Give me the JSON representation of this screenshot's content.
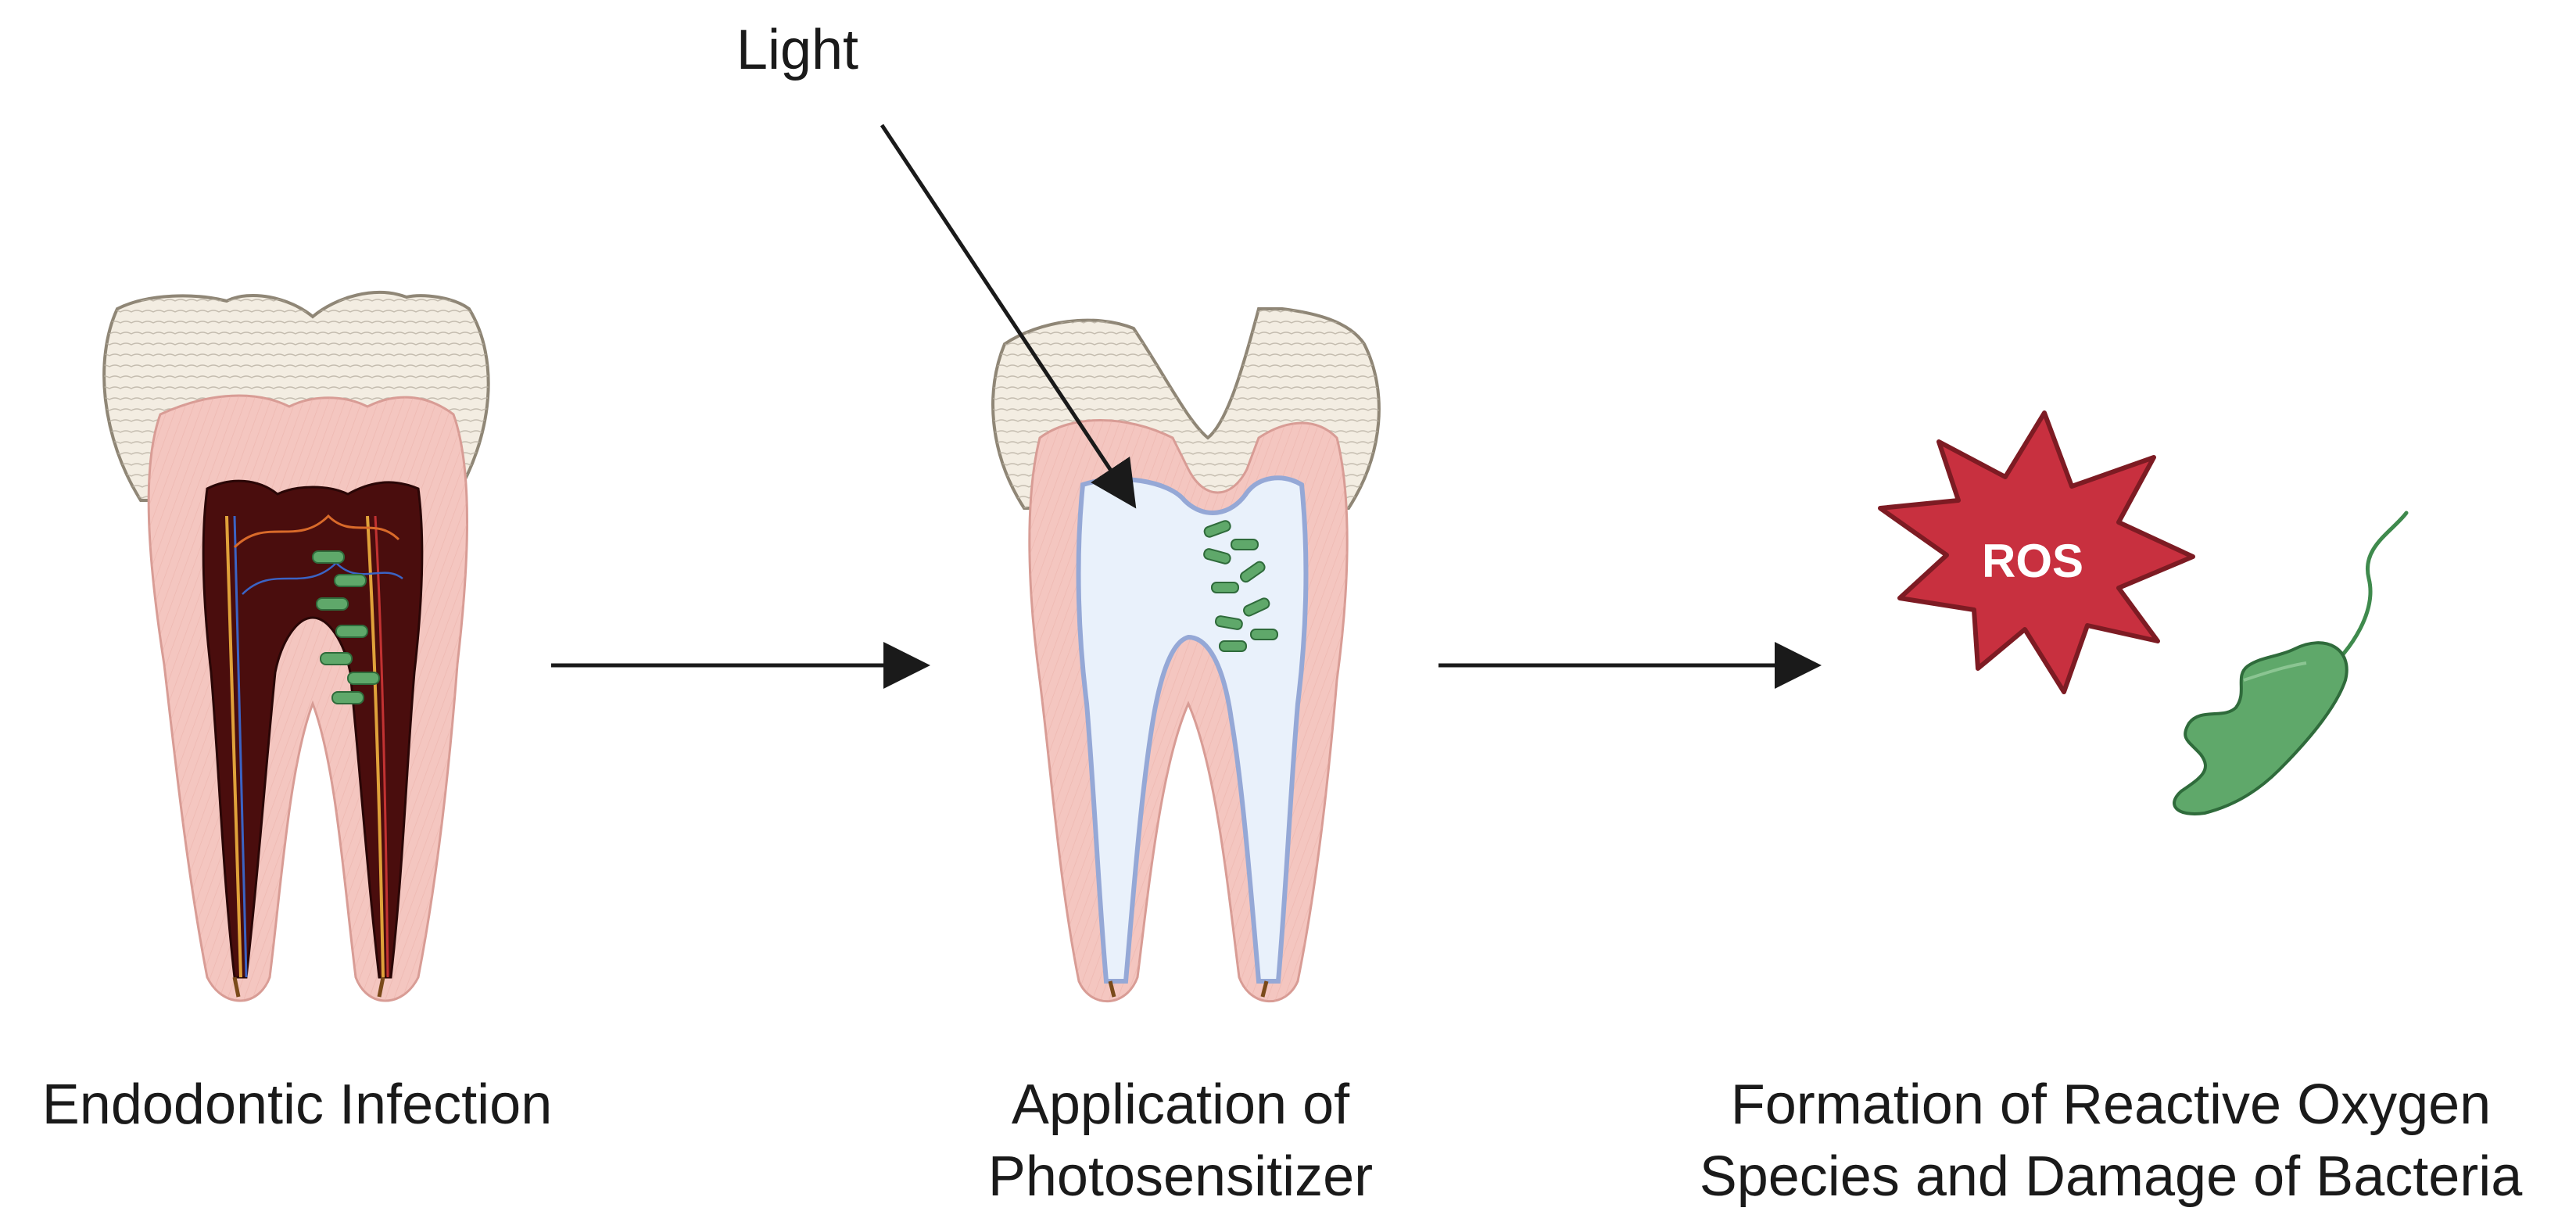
{
  "labels": {
    "light": "Light",
    "ros": "ROS"
  },
  "steps": [
    {
      "caption_lines": [
        "Endodontic Infection"
      ]
    },
    {
      "caption_lines": [
        "Application of",
        "Photosensitizer"
      ]
    },
    {
      "caption_lines": [
        "Formation of Reactive Oxygen",
        "Species and Damage of Bacteria"
      ]
    }
  ],
  "colors": {
    "enamel": "#f3ede2",
    "enamel_stroke": "#8f8676",
    "dentin": "#f4c6c0",
    "dentin_stroke": "#d89c95",
    "pulp_infected": "#4a0d0d",
    "photosensitizer": "#e9f1fb",
    "photosensitizer_stroke": "#95a8d6",
    "bacteria": "#5fa86a",
    "bacteria_stroke": "#2f6b3b",
    "ros_fill": "#c8303f",
    "ros_stroke": "#7d1b23",
    "arrow": "#1a1a1a"
  },
  "icons": {
    "tooth_1": "tooth-infected-icon",
    "tooth_2": "tooth-photosensitizer-icon",
    "ros": "ros-starburst-icon",
    "bacterium": "damaged-bacterium-icon"
  }
}
